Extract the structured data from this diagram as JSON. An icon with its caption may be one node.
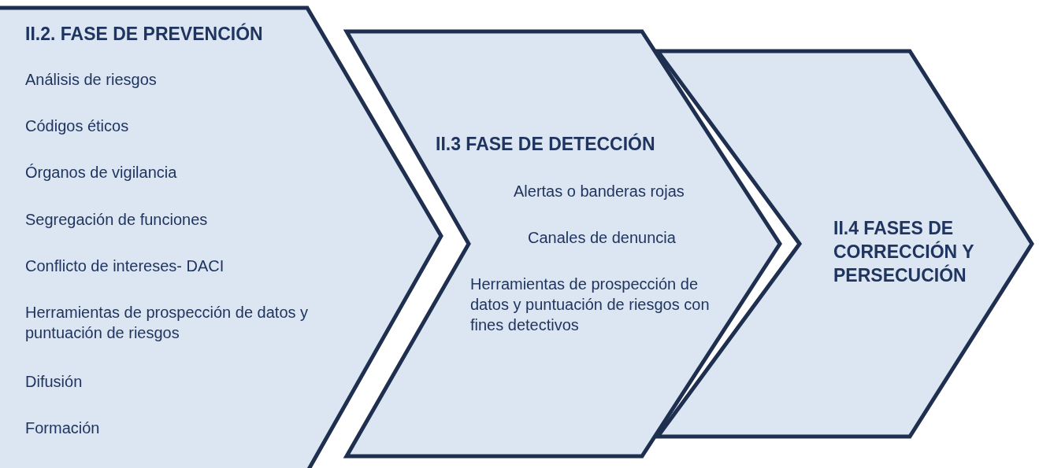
{
  "diagram": {
    "nodes": [
      {
        "text": [
          "II.2. FASE DE PREVENCIÓN",
          "Análisis de riesgos",
          "Códigos éticos",
          "Órganos de vigilancia",
          "Segregación de funciones",
          "Conflicto de intereses- DACI",
          "Herramientas de prospección de datos y puntuación de riesgos",
          "Difusión",
          "Formación"
        ]
      },
      {
        "text": [
          "II.3 FASE DE DETECCIÓN",
          "Alertas o banderas rojas",
          "Canales de denuncia",
          "Herramientas de prospección de datos y puntuación de riesgos con fines detectivos"
        ]
      },
      {
        "text": [
          "II.4 FASES DE CORRECCIÓN Y PERSECUCIÓN"
        ]
      }
    ],
    "edges": []
  }
}
